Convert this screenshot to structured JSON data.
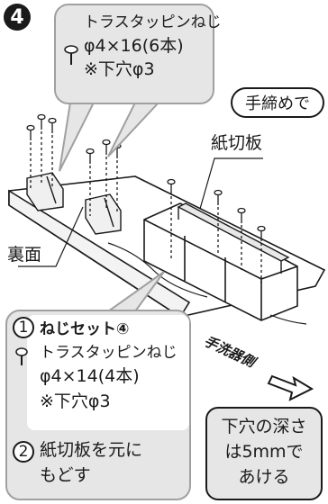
{
  "step_number": "4",
  "top_callout": {
    "line1": "トラスタッピンねじ",
    "line2": "φ4×16(6本)",
    "line3": "※下穴φ3"
  },
  "pill_label": "手締めで",
  "partition_label": "紙切板",
  "back_label": "裏面",
  "side_label": "手洗器側",
  "bottom_callout": {
    "item1_number": "1",
    "item1_title": "ねじセット④",
    "screw_line1": "トラスタッピンねじ",
    "screw_line2": "φ4×14(4本)",
    "screw_line3": "※下穴φ3",
    "item2_number": "2",
    "item2_line1": "紙切板を元に",
    "item2_line2": "もどす"
  },
  "depth_note": {
    "line1": "下穴の深さ",
    "line2": "は5mmで",
    "line3": "あける"
  },
  "colors": {
    "callout_fill": "#e6e6e6",
    "callout_border": "#a0a0a0",
    "ink": "#1a1a1a"
  }
}
